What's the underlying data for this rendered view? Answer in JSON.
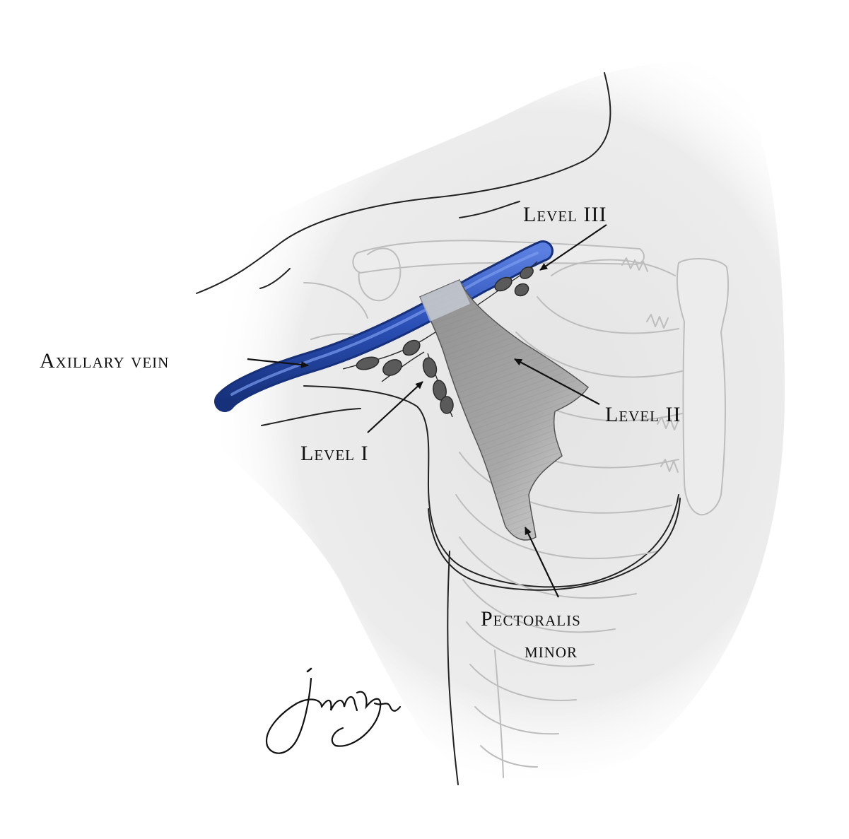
{
  "labels": {
    "axillary_vein": "Axillary vein",
    "level_1": "Level I",
    "level_2": "Level II",
    "level_3": "Level III",
    "pectoralis_line1": "Pectoralis",
    "pectoralis_line2": "minor"
  },
  "signature_text": "Jin Yu",
  "colors": {
    "vein": "#2a4fb5",
    "muscle": "#9e9e9e",
    "background_shade": "#e6e6e6",
    "lymph_node": "#5a5a5a"
  }
}
